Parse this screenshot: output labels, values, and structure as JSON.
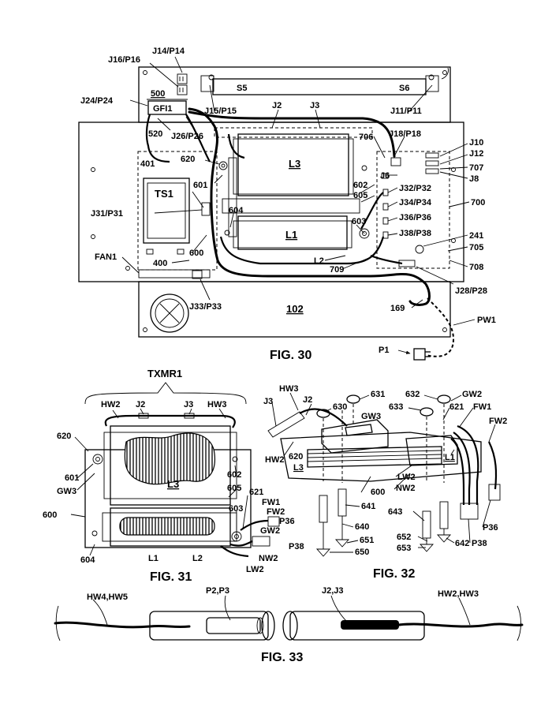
{
  "fig30": {
    "caption": "FIG. 30",
    "labels": {
      "j14_p14": "J14/P14",
      "j16_p16": "J16/P16",
      "n500": "500",
      "j24_p24": "J24/P24",
      "gfi1": "GFI1",
      "s5": "S5",
      "s6": "S6",
      "j15_p15": "J15/P15",
      "j11_p11": "J11/P11",
      "j2": "J2",
      "j3": "J3",
      "n520": "520",
      "j26_p26": "J26/P26",
      "n706": "706",
      "j18_p18": "J18/P18",
      "j10": "J10",
      "j12": "J12",
      "n707": "707",
      "j8": "J8",
      "j6": "J6",
      "n401": "401",
      "n620": "620",
      "l3": "L3",
      "ts1": "TS1",
      "n601": "601",
      "j32_p32": "J32/P32",
      "n605": "605",
      "n602": "602",
      "j34_p34": "J34/P34",
      "n700": "700",
      "j31_p31": "J31/P31",
      "n604": "604",
      "n603": "603",
      "j36_p36": "J36/P36",
      "l1": "L1",
      "j38_p38": "J38/P38",
      "n241": "241",
      "n600": "600",
      "n705": "705",
      "l2": "L2",
      "fan1": "FAN1",
      "n400": "400",
      "n709": "709",
      "n708": "708",
      "j28_p28": "J28/P28",
      "j33_p33": "J33/P33",
      "n102": "102",
      "n169": "169",
      "pw1": "PW1",
      "p1": "P1"
    }
  },
  "fig31": {
    "caption": "FIG. 31",
    "labels": {
      "txmr1": "TXMR1",
      "hw2": "HW2",
      "j2": "J2",
      "j3": "J3",
      "hw3": "HW3",
      "n620": "620",
      "n601": "601",
      "gw3": "GW3",
      "l3": "L3",
      "n602": "602",
      "n605": "605",
      "n621": "621",
      "fw1": "FW1",
      "n600": "600",
      "n603": "603",
      "fw2": "FW2",
      "p36": "P36",
      "gw2": "GW2",
      "p38": "P38",
      "n604": "604",
      "l1": "L1",
      "l2": "L2",
      "nw2": "NW2",
      "lw2": "LW2"
    }
  },
  "fig32": {
    "caption": "FIG. 32",
    "labels": {
      "hw3": "HW3",
      "j3": "J3",
      "j2": "J2",
      "n631": "631",
      "n632": "632",
      "gw2": "GW2",
      "n630": "630",
      "n633": "633",
      "n621": "621",
      "fw1": "FW1",
      "gw3": "GW3",
      "fw2": "FW2",
      "hw2": "HW2",
      "n620": "620",
      "l3": "L3",
      "l1": "L1",
      "lw2": "LW2",
      "nw2": "NW2",
      "n600": "600",
      "n641": "641",
      "n643": "643",
      "n640": "640",
      "p36": "P36",
      "n651": "651",
      "n652": "652",
      "n642": "642",
      "p38": "P38",
      "n650": "650",
      "n653": "653"
    }
  },
  "fig33": {
    "caption": "FIG. 33",
    "labels": {
      "hw4_hw5": "HW4,HW5",
      "p2_p3": "P2,P3",
      "j2_j3": "J2,J3",
      "hw2_hw3": "HW2,HW3"
    }
  }
}
